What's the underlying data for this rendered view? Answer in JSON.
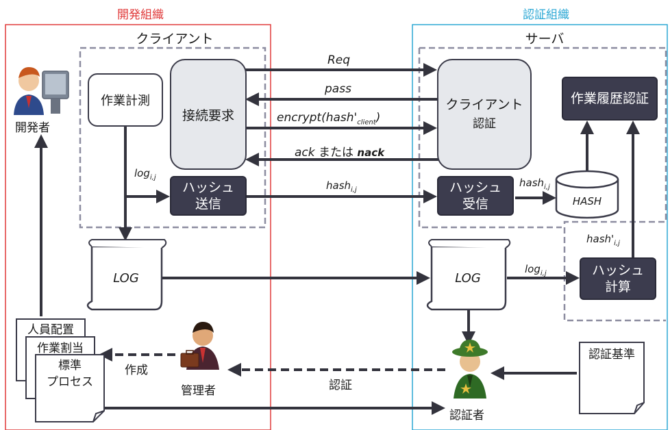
{
  "colors": {
    "dev_org": "#e03a3a",
    "auth_org": "#2aa7d4",
    "dark_box": "#3c3c4e",
    "grey_box": "#e6e8ec",
    "arrow": "#33333d",
    "dashed_border": "#8c8ca0"
  },
  "orgs": {
    "dev": "開発組織",
    "auth": "認証組織"
  },
  "regions": {
    "client": "クライアント",
    "server": "サーバ"
  },
  "boxes": {
    "work_measure": "作業計測",
    "connect_request": "接続要求",
    "hash_send_line1": "ハッシュ",
    "hash_send_line2": "送信",
    "client_auth_line1": "クライアント",
    "client_auth_line2": "認証",
    "hash_recv_line1": "ハッシュ",
    "hash_recv_line2": "受信",
    "work_history_auth": "作業履歴認証",
    "hash_db": "HASH",
    "hash_calc_line1": "ハッシュ",
    "hash_calc_line2": "計算",
    "log_client": "LOG",
    "log_server": "LOG"
  },
  "labels": {
    "req": "Req",
    "pass": "pass",
    "encrypt_prefix": "encrypt(hash'",
    "encrypt_sub": "client",
    "encrypt_suffix": ")",
    "ack_a": "ack",
    "ack_mid": " または ",
    "ack_b": "nack",
    "log_prefix": "log",
    "log_sub": "i,j",
    "hash_prefix": "hash",
    "hash_sub": "i,j",
    "hash_prime_prefix": "hash'",
    "hash_prime_sub": "i,j",
    "create": "作成",
    "certify": "認証"
  },
  "people": {
    "developer": "開発者",
    "manager": "管理者",
    "certifier": "認証者"
  },
  "documents": {
    "staffing": "人員配置",
    "work_alloc": "作業割当",
    "standard_line1": "標準",
    "standard_line2": "プロセス",
    "cert_criteria": "認証基準"
  }
}
